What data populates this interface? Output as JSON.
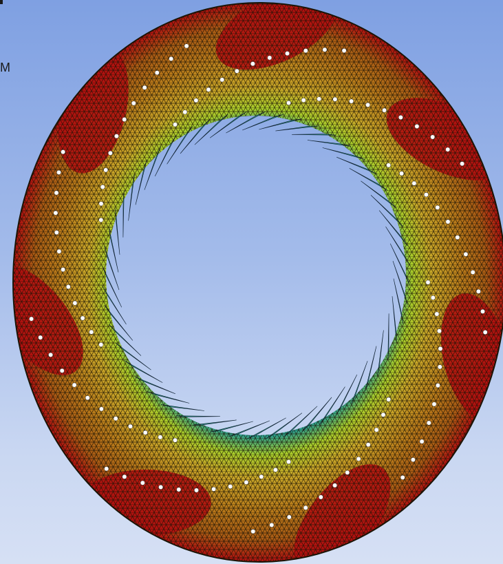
{
  "viewport": {
    "corner_label": "M",
    "background_top": "#7fa0e2",
    "background_bottom": "#d6e0f4"
  },
  "model": {
    "description": "",
    "contour_colors": [
      "#b01010",
      "#b87a1a",
      "#c8a628",
      "#a8cc2a",
      "#2a9a8a"
    ],
    "node_marker_color": "#ffffff",
    "blade_count": 52,
    "node_marker_rows": 9
  }
}
